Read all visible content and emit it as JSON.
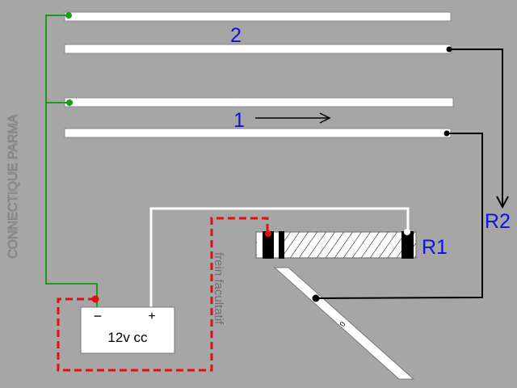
{
  "labels": {
    "connector": "CONNECTIQUE PARMA",
    "rail_pair_2": "2",
    "rail_pair_1": "1",
    "r1": "R1",
    "r2": "R2",
    "brake": "frein facultatif",
    "battery": "12v cc",
    "battery_minus": "−",
    "battery_plus": "+",
    "slider_mark": "0"
  },
  "colors": {
    "background": "#a6a6a6",
    "green_wire": "#1c9a1c",
    "red_wire": "#e01010",
    "label_blue": "#1010e0",
    "black_wire": "#000000"
  }
}
